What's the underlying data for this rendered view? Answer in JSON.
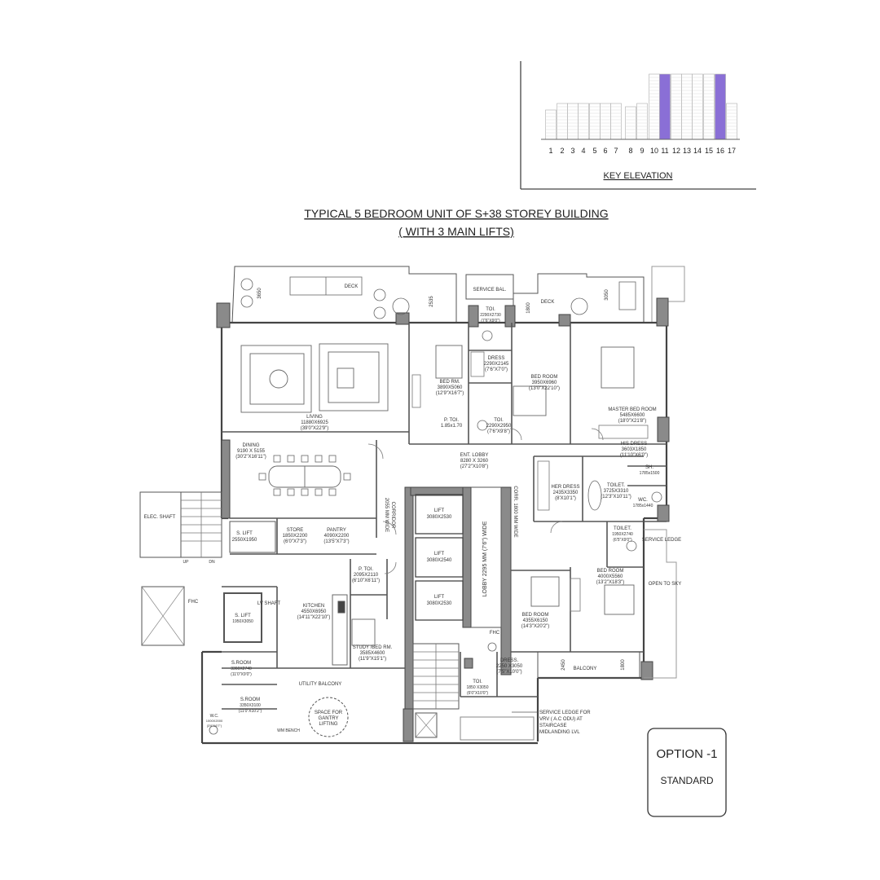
{
  "key_elevation": {
    "title": "KEY ELEVATION",
    "labels": [
      "1",
      "2",
      "3",
      "4",
      "5",
      "6",
      "7",
      "8",
      "9",
      "10",
      "11",
      "12",
      "13",
      "14",
      "15",
      "16",
      "17"
    ],
    "highlight_labels": [
      "11",
      "16"
    ],
    "highlight_color": "#8a6fd6"
  },
  "title": {
    "line1": "TYPICAL 5 BEDROOM UNIT OF S+38  STOREY BUILDING",
    "line2": "( WITH 3 MAIN LIFTS)"
  },
  "rooms": {
    "deck_left": "DECK",
    "deck_right": "DECK",
    "service_bal": "SERVICE BAL.",
    "dim_3650": "3650",
    "dim_2535": "2535",
    "dim_1800_top": "1800",
    "dim_3050": "3050",
    "tol_top_name": "TOI.",
    "tol_top_size": "2290X2730",
    "tol_top_imp": "(7'6\"X9'0\")",
    "living_name": "LIVING",
    "living_size": "11880X6925",
    "living_imp": "(39'0\"X22'9\")",
    "bed1_name": "BED RM.",
    "bed1_size": "3890X5060",
    "bed1_imp": "(12'9\"X16'7\")",
    "dress1_name": "DRESS",
    "dress1_size": "2290X2145",
    "dress1_imp": "(7'6\"X7'0\")",
    "bed2_name": "BED ROOM",
    "bed2_size": "3950X6960",
    "bed2_imp": "(13'0\"X22'10\")",
    "master_name": "MASTER BED ROOM",
    "master_size": "5485X6600",
    "master_imp": "(18'0\"X21'8\")",
    "ptol1_name": "P. TOI.",
    "ptol1_size": "1.85x1.70",
    "tol2_name": "TOI.",
    "tol2_size": "2290X2950",
    "tol2_imp": "(7'6\"X9'8\")",
    "his_dress_name": "HIS DRESS",
    "his_dress_size": "3603X1850",
    "his_dress_imp": "(11'10\"X6'0\")",
    "dining_name": "DINING",
    "dining_size": "9190 X 5155",
    "dining_imp": "(30'2\"X16'11\")",
    "ent_lobby_name": "ENT. LOBBY",
    "ent_lobby_size": "8280 X 3260",
    "ent_lobby_imp": "(27'2\"X10'8\")",
    "sh_name": "SH.",
    "sh_size": "1785x1500",
    "her_dress_name": "HER DRESS",
    "her_dress_size": "2435X3350",
    "her_dress_imp": "(8'X10'1\")",
    "toilet_master_name": "TOILET.",
    "toilet_master_size": "3725X3310",
    "toilet_master_imp": "(12'3\"X10'11\")",
    "wc_name": "WC.",
    "wc_size": "1785x1440",
    "elec_shaft": "ELEC. SHAFT",
    "s_lift_name": "S. LIFT",
    "s_lift_size": "2550X1950",
    "store_name": "STORE",
    "store_size": "1850X2200",
    "store_imp": "(6'0\"X7'3\")",
    "pantry_name": "PANTRY",
    "pantry_size": "4090X2200",
    "pantry_imp": "(13'5\"X7'3\")",
    "corridor": "CORRIDOR",
    "corridor_wide": "2055 MM WIDE",
    "lift1_name": "LIFT",
    "lift1_size": "3080X2530",
    "lift2_name": "LIFT",
    "lift2_size": "3080X2540",
    "lift3_name": "LIFT",
    "lift3_size": "3080X2530",
    "lobby_wide": "LOBBY 2295 MM (7'6\") WIDE",
    "corr_wide": "CORR. 1800 MM WIDE",
    "toilet2_name": "TOILET.",
    "toilet2_size": "1950X2740",
    "toilet2_imp": "(6'5\"X9'0\")",
    "service_ledge": "SERVICE LEDGE",
    "open_to_sky": "OPEN TO SKY",
    "up": "UP",
    "dn": "DN",
    "ptol2_name": "P. TOI.",
    "ptol2_size": "2095X2110",
    "ptol2_imp": "(6'10\"X6'11\")",
    "bed3_name": "BED ROOM",
    "bed3_size": "4000X5560",
    "bed3_imp": "(13'2\"X18'3\")",
    "fhc_left": "FHC",
    "s_lift2_name": "S. LIFT",
    "s_lift2_size": "1950X3050",
    "lv_shaft": "LV SHAFT",
    "kitchen_name": "KITCHEN",
    "kitchen_size": "4550X6950",
    "kitchen_imp": "(14'11\"X22'10\")",
    "study_name": "STUDY /BED RM.",
    "study_size": "3585X4600",
    "study_imp": "(11'9\"X15'1\")",
    "bed4_name": "BED ROOM",
    "bed4_size": "4355X6150",
    "bed4_imp": "(14'3\"X20'2\")",
    "fhc_mid": "FHC",
    "sroom1_name": "S.ROOM",
    "sroom1_size": "3360X2740",
    "sroom1_imp": "(11'0\"X9'0\")",
    "utility_balcony": "UTILITY BALCONY",
    "dress2_name": "DRESS.",
    "dress2_size": "2250 X3050",
    "dress2_imp": "(7'5\"X10'0\")",
    "tol3_name": "TOI.",
    "tol3_size": "1850 X3050",
    "tol3_imp": "(6'0\"X10'0\")",
    "balcony": "BALCONY",
    "dim_2450": "2450",
    "dim_1800_bal": "1800",
    "sroom2_name": "S.ROOM",
    "sroom2_size": "3350X3100",
    "sroom2_imp": "(11'0\"X10'2\")",
    "gantry_line1": "SPACE FOR",
    "gantry_line2": "GANTRY",
    "gantry_line3": "LIFTING",
    "wc2_name": "W.C.",
    "wc2_size": "1000X2000",
    "wc2_imp": "(3'6\"X6'7\")",
    "wm_bench": "WM BENCH",
    "vrv_line1": "SERVICE LEDGE FOR",
    "vrv_line2": "VRV ( A.C ODU)  AT",
    "vrv_line3": "STAIRCASE",
    "vrv_line4": "MIDLANDING LVL"
  },
  "option_box": {
    "option": "OPTION -1",
    "variant": "STANDARD"
  }
}
